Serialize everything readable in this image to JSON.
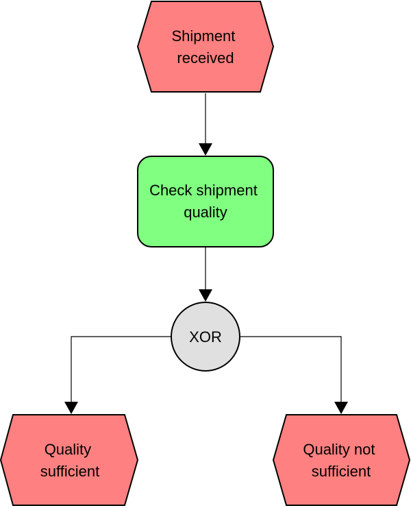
{
  "colors": {
    "event": "#ff8080",
    "function": "#80ff80",
    "connector": "#e0e0e0",
    "stroke": "#000000"
  },
  "nodes": {
    "start_event": {
      "type": "event",
      "lines": [
        "Shipment",
        "received"
      ]
    },
    "check_function": {
      "type": "function",
      "lines": [
        "Check shipment",
        "quality"
      ]
    },
    "xor_connector": {
      "type": "connector",
      "label": "XOR"
    },
    "event_sufficient": {
      "type": "event",
      "lines": [
        "Quality",
        "sufficient"
      ]
    },
    "event_not_sufficient": {
      "type": "event",
      "lines": [
        "Quality not",
        "sufficient"
      ]
    }
  }
}
